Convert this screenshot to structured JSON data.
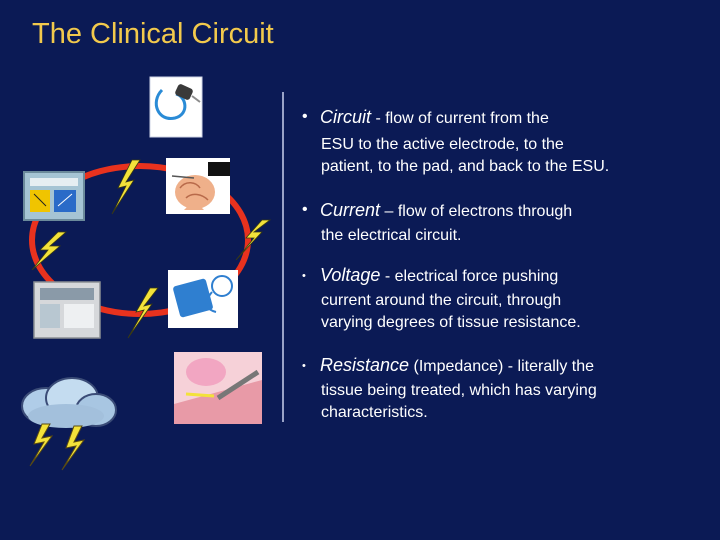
{
  "slide": {
    "title": "The Clinical Circuit",
    "bullets": [
      {
        "marker": "•",
        "term": "Circuit",
        "first_line_rest": " - flow of current  from the",
        "continuation": [
          "ESU to the active electrode, to the",
          "patient, to the pad, and back to the ESU."
        ]
      },
      {
        "marker": "•",
        "term": "Current",
        "first_line_rest": " – flow of electrons through",
        "continuation": [
          "the electrical circuit."
        ]
      },
      {
        "marker": "•",
        "term": "Voltage",
        "first_line_rest": " - electrical force pushing",
        "continuation": [
          "current around the circuit, through",
          "varying degrees of  tissue resistance."
        ]
      },
      {
        "marker": "•",
        "term": "Resistance",
        "first_line_rest": " (Impedance) - literally the",
        "continuation": [
          "tissue being treated, which has varying",
          "characteristics."
        ]
      }
    ],
    "colors": {
      "background": "#0b1a55",
      "title": "#f2c94c",
      "text": "#ffffff",
      "circuit_ring": "#e8321e",
      "lightning": "#f3e23a"
    },
    "icons": [
      "plug-cable-icon",
      "brain-electrode-icon",
      "esu-panel-icon",
      "esu-generator-icon",
      "return-pad-icon",
      "tissue-electrode-icon",
      "storm-cloud-icon",
      "lightning-bolt-icon"
    ]
  }
}
